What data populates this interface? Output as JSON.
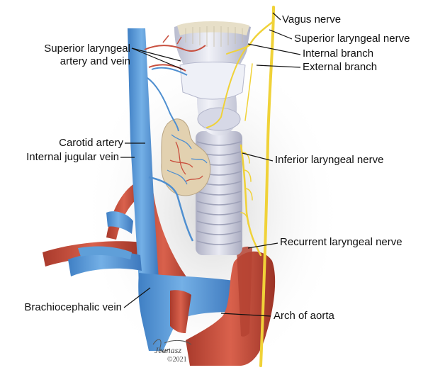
{
  "labels": {
    "vagus_nerve": "Vagus nerve",
    "superior_laryngeal_nerve": "Superior laryngeal nerve",
    "internal_branch": "Internal branch",
    "external_branch": "External branch",
    "superior_laryngeal_artery_vein_line1": "Superior laryngeal",
    "superior_laryngeal_artery_vein_line2": "artery and vein",
    "carotid_artery": "Carotid artery",
    "internal_jugular_vein": "Internal jugular vein",
    "inferior_laryngeal_nerve": "Inferior laryngeal nerve",
    "recurrent_laryngeal_nerve": "Recurrent laryngeal nerve",
    "brachiocephalic_vein": "Brachiocephalic vein",
    "arch_of_aorta": "Arch of aorta"
  },
  "signature": {
    "artist": "Jeanasz",
    "year": "©2021"
  },
  "colors": {
    "vein": "#5b9bd9",
    "artery": "#c8503f",
    "nerve": "#f3d53a",
    "cartilage": "#dde0ec",
    "thyroid": "#e0cfae",
    "leader": "#111111"
  }
}
